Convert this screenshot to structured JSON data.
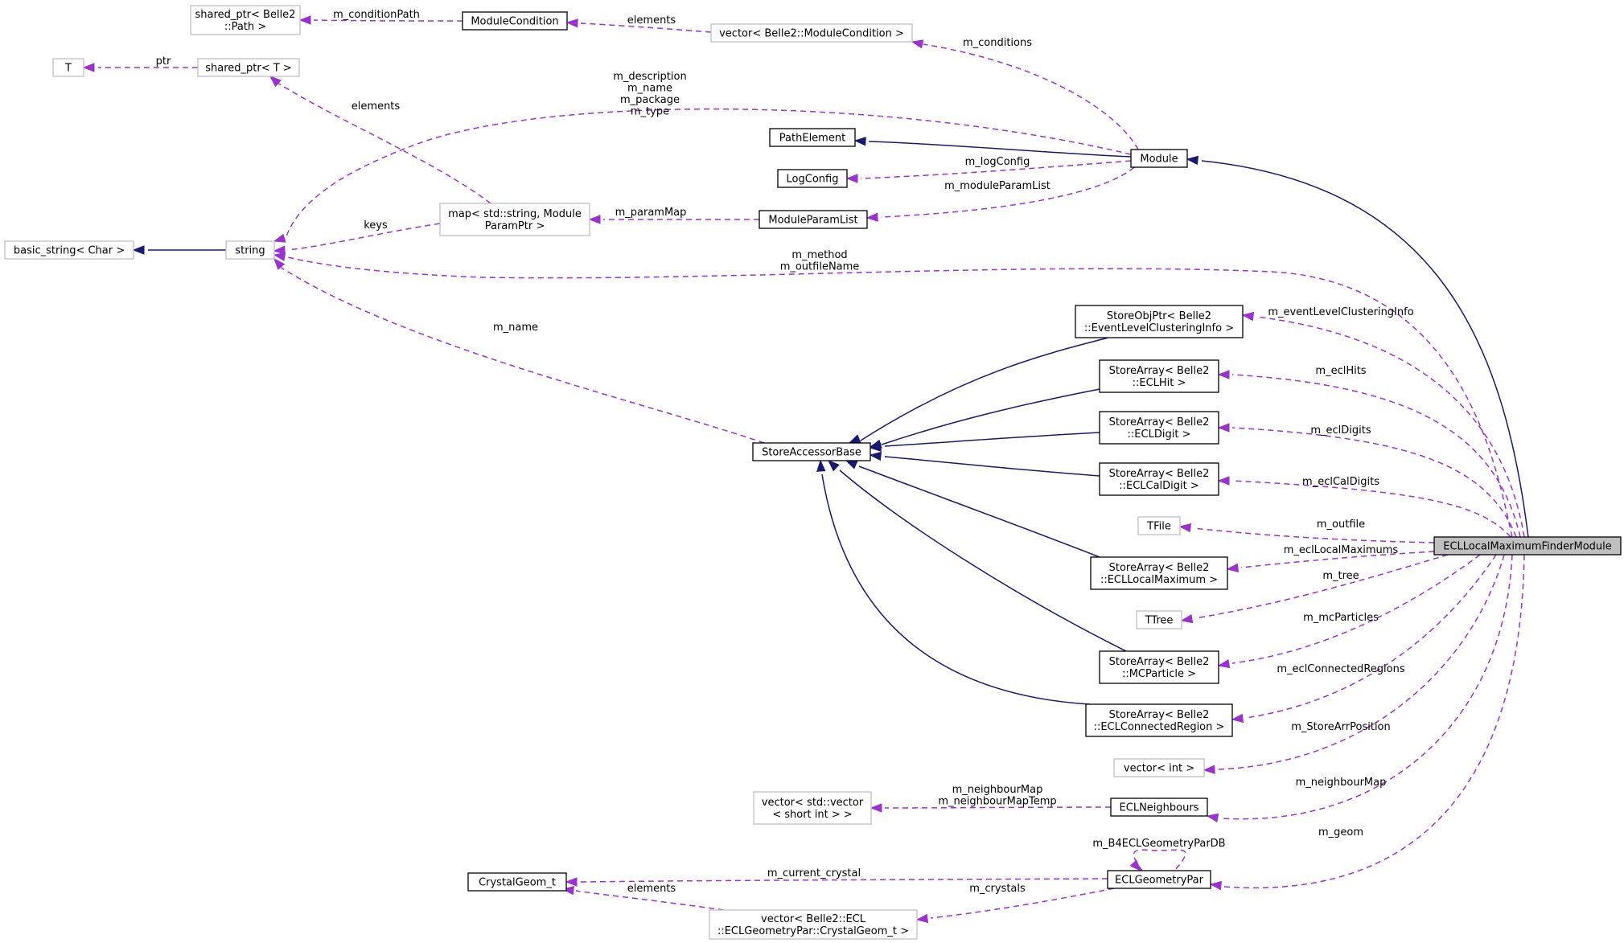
{
  "nodes": [
    {
      "id": "shared_ptr_path",
      "lines": [
        "shared_ptr< Belle2",
        "::Path >"
      ]
    },
    {
      "id": "module_condition",
      "lines": [
        "ModuleCondition"
      ]
    },
    {
      "id": "vector_module_condition",
      "lines": [
        "vector< Belle2::ModuleCondition >"
      ]
    },
    {
      "id": "T",
      "lines": [
        "T"
      ]
    },
    {
      "id": "shared_ptr_T",
      "lines": [
        "shared_ptr< T >"
      ]
    },
    {
      "id": "path_element",
      "lines": [
        "PathElement"
      ]
    },
    {
      "id": "module",
      "lines": [
        "Module"
      ]
    },
    {
      "id": "log_config",
      "lines": [
        "LogConfig"
      ]
    },
    {
      "id": "map_string_param",
      "lines": [
        "map< std::string, Module",
        "ParamPtr >"
      ]
    },
    {
      "id": "module_param_list",
      "lines": [
        "ModuleParamList"
      ]
    },
    {
      "id": "basic_string",
      "lines": [
        "basic_string< Char >"
      ]
    },
    {
      "id": "string",
      "lines": [
        "string"
      ]
    },
    {
      "id": "storeobjptr_event",
      "lines": [
        "StoreObjPtr< Belle2",
        "::EventLevelClusteringInfo >"
      ]
    },
    {
      "id": "storearray_eclhit",
      "lines": [
        "StoreArray< Belle2",
        "::ECLHit >"
      ]
    },
    {
      "id": "store_accessor_base",
      "lines": [
        "StoreAccessorBase"
      ]
    },
    {
      "id": "storearray_ecldigit",
      "lines": [
        "StoreArray< Belle2",
        "::ECLDigit >"
      ]
    },
    {
      "id": "storearray_eclcaldigit",
      "lines": [
        "StoreArray< Belle2",
        "::ECLCalDigit >"
      ]
    },
    {
      "id": "tfile",
      "lines": [
        "TFile"
      ]
    },
    {
      "id": "ecl_local_maximum_finder_module",
      "lines": [
        "ECLLocalMaximumFinderModule"
      ]
    },
    {
      "id": "storearray_ecllocalmaximum",
      "lines": [
        "StoreArray< Belle2",
        "::ECLLocalMaximum >"
      ]
    },
    {
      "id": "ttree",
      "lines": [
        "TTree"
      ]
    },
    {
      "id": "storearray_mcparticle",
      "lines": [
        "StoreArray< Belle2",
        "::MCParticle >"
      ]
    },
    {
      "id": "storearray_eclconnectedregion",
      "lines": [
        "StoreArray< Belle2",
        "::ECLConnectedRegion >"
      ]
    },
    {
      "id": "vector_int",
      "lines": [
        "vector< int >"
      ]
    },
    {
      "id": "vector_vector_short",
      "lines": [
        "vector< std::vector",
        "< short int > >"
      ]
    },
    {
      "id": "ecl_neighbours",
      "lines": [
        "ECLNeighbours"
      ]
    },
    {
      "id": "crystal_geom_t",
      "lines": [
        "CrystalGeom_t"
      ]
    },
    {
      "id": "ecl_geometry_par",
      "lines": [
        "ECLGeometryPar"
      ]
    },
    {
      "id": "vector_crystalgeom",
      "lines": [
        "vector< Belle2::ECL",
        "::ECLGeometryPar::CrystalGeom_t >"
      ]
    }
  ],
  "edge_labels": [
    {
      "id": "m_conditionPath",
      "lines": [
        "m_conditionPath"
      ]
    },
    {
      "id": "elements_conditions",
      "lines": [
        "elements"
      ]
    },
    {
      "id": "m_conditions",
      "lines": [
        "m_conditions"
      ]
    },
    {
      "id": "ptr",
      "lines": [
        "ptr"
      ]
    },
    {
      "id": "elements_shared",
      "lines": [
        "elements"
      ]
    },
    {
      "id": "module_strings",
      "lines": [
        "m_description",
        "m_name",
        "m_package",
        "m_type"
      ]
    },
    {
      "id": "m_logConfig",
      "lines": [
        "m_logConfig"
      ]
    },
    {
      "id": "m_moduleParamList",
      "lines": [
        "m_moduleParamList"
      ]
    },
    {
      "id": "m_paramMap",
      "lines": [
        "m_paramMap"
      ]
    },
    {
      "id": "keys",
      "lines": [
        "keys"
      ]
    },
    {
      "id": "method_outfile",
      "lines": [
        "m_method",
        "m_outfileName"
      ]
    },
    {
      "id": "m_name_store",
      "lines": [
        "m_name"
      ]
    },
    {
      "id": "m_eventLevelClusteringInfo",
      "lines": [
        "m_eventLevelClusteringInfo"
      ]
    },
    {
      "id": "m_eclHits",
      "lines": [
        "m_eclHits"
      ]
    },
    {
      "id": "m_eclDigits",
      "lines": [
        "m_eclDigits"
      ]
    },
    {
      "id": "m_eclCalDigits",
      "lines": [
        "m_eclCalDigits"
      ]
    },
    {
      "id": "m_outfile",
      "lines": [
        "m_outfile"
      ]
    },
    {
      "id": "m_eclLocalMaximums",
      "lines": [
        "m_eclLocalMaximums"
      ]
    },
    {
      "id": "m_tree",
      "lines": [
        "m_tree"
      ]
    },
    {
      "id": "m_mcParticles",
      "lines": [
        "m_mcParticles"
      ]
    },
    {
      "id": "m_eclConnectedRegions",
      "lines": [
        "m_eclConnectedRegions"
      ]
    },
    {
      "id": "m_StoreArrPosition",
      "lines": [
        "m_StoreArrPosition"
      ]
    },
    {
      "id": "m_neighbourMap",
      "lines": [
        "m_neighbourMap"
      ]
    },
    {
      "id": "neighbour_maps",
      "lines": [
        "m_neighbourMap",
        "m_neighbourMapTemp"
      ]
    },
    {
      "id": "m_geom",
      "lines": [
        "m_geom"
      ]
    },
    {
      "id": "m_B4ECLGeometryParDB",
      "lines": [
        "m_B4ECLGeometryParDB"
      ]
    },
    {
      "id": "m_current_crystal",
      "lines": [
        "m_current_crystal"
      ]
    },
    {
      "id": "m_crystals",
      "lines": [
        "m_crystals"
      ]
    },
    {
      "id": "elements_crystal",
      "lines": [
        "elements"
      ]
    }
  ],
  "colors": {
    "inheritance_edge": "#191970",
    "member_edge": "#9a32cd",
    "highlight_node_fill": "#bfbfbf",
    "external_node_border": "#bfbfbf",
    "documented_node_border": "#000000"
  }
}
